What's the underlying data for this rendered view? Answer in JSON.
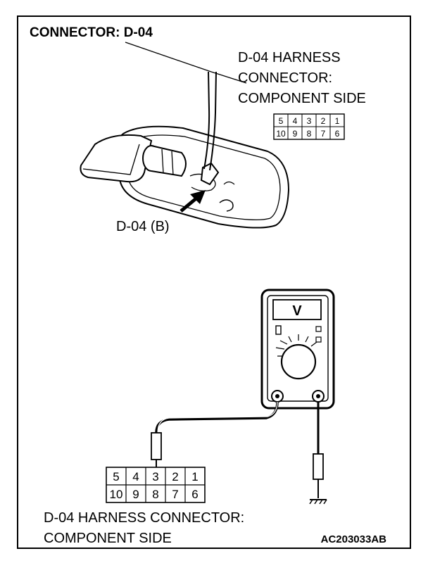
{
  "title": "CONNECTOR: D-04",
  "top_connector_label": {
    "line1": "D-04 HARNESS",
    "line2": "CONNECTOR:",
    "line3": "COMPONENT SIDE"
  },
  "connector_callout": "D-04 (B)",
  "meter_display": "V",
  "small_connector": {
    "top_row": [
      "5",
      "4",
      "3",
      "2",
      "1"
    ],
    "bottom_row": [
      "10",
      "9",
      "8",
      "7",
      "6"
    ]
  },
  "large_connector": {
    "top_row": [
      "5",
      "4",
      "3",
      "2",
      "1"
    ],
    "bottom_row": [
      "10",
      "9",
      "8",
      "7",
      "6"
    ]
  },
  "bottom_label": {
    "line1": "D-04 HARNESS CONNECTOR:",
    "line2": "COMPONENT SIDE"
  },
  "figure_code": "AC203033AB"
}
